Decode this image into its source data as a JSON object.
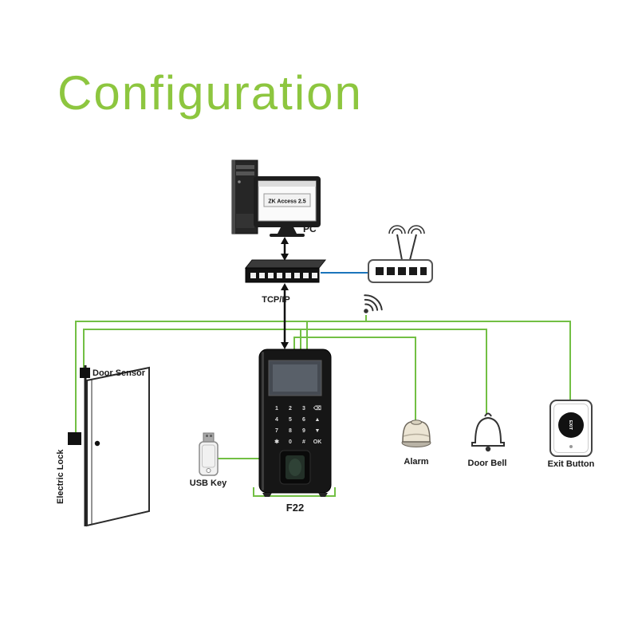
{
  "title": "Configuration",
  "colors": {
    "title_green": "#8dc63f",
    "wire_green": "#72bf44",
    "link_blue": "#1b75bb"
  },
  "pc": {
    "label": "PC",
    "screen_text": "ZK Access 2.5"
  },
  "network": {
    "protocol_label": "TCP/IP"
  },
  "f22": {
    "label": "F22",
    "keypad": [
      [
        "1",
        "2",
        "3",
        "⌫"
      ],
      [
        "4",
        "5",
        "6",
        "▲"
      ],
      [
        "7",
        "8",
        "9",
        "▼"
      ],
      [
        "✱",
        "0",
        "#",
        "OK"
      ]
    ]
  },
  "door": {
    "sensor_label": "Door Sensor",
    "lock_label": "Electric Lock"
  },
  "usb": {
    "label": "USB Key"
  },
  "alarm": {
    "label": "Alarm"
  },
  "door_bell": {
    "label": "Door Bell"
  },
  "exit_button": {
    "label": "Exit Button",
    "button_text": "EXIT"
  }
}
